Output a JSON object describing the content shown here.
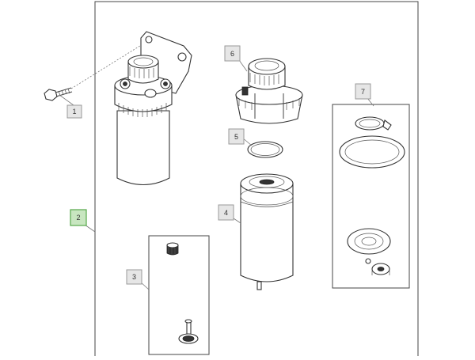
{
  "callouts": [
    {
      "id": "c1",
      "label": "1",
      "part": "bolt"
    },
    {
      "id": "c2",
      "label": "2",
      "part": "filter-assembly",
      "selected": true
    },
    {
      "id": "c3",
      "label": "3",
      "part": "drain-plug-kit"
    },
    {
      "id": "c4",
      "label": "4",
      "part": "fuel-filter-element"
    },
    {
      "id": "c5",
      "label": "5",
      "part": "o-ring"
    },
    {
      "id": "c6",
      "label": "6",
      "part": "water-separator-bowl"
    },
    {
      "id": "c7",
      "label": "7",
      "part": "seal-kit"
    }
  ],
  "colors": {
    "selected_callout_fill": "#c8e6c0",
    "selected_callout_border": "#56a84a",
    "callout_fill": "#e6e6e6",
    "line": "#333333"
  }
}
